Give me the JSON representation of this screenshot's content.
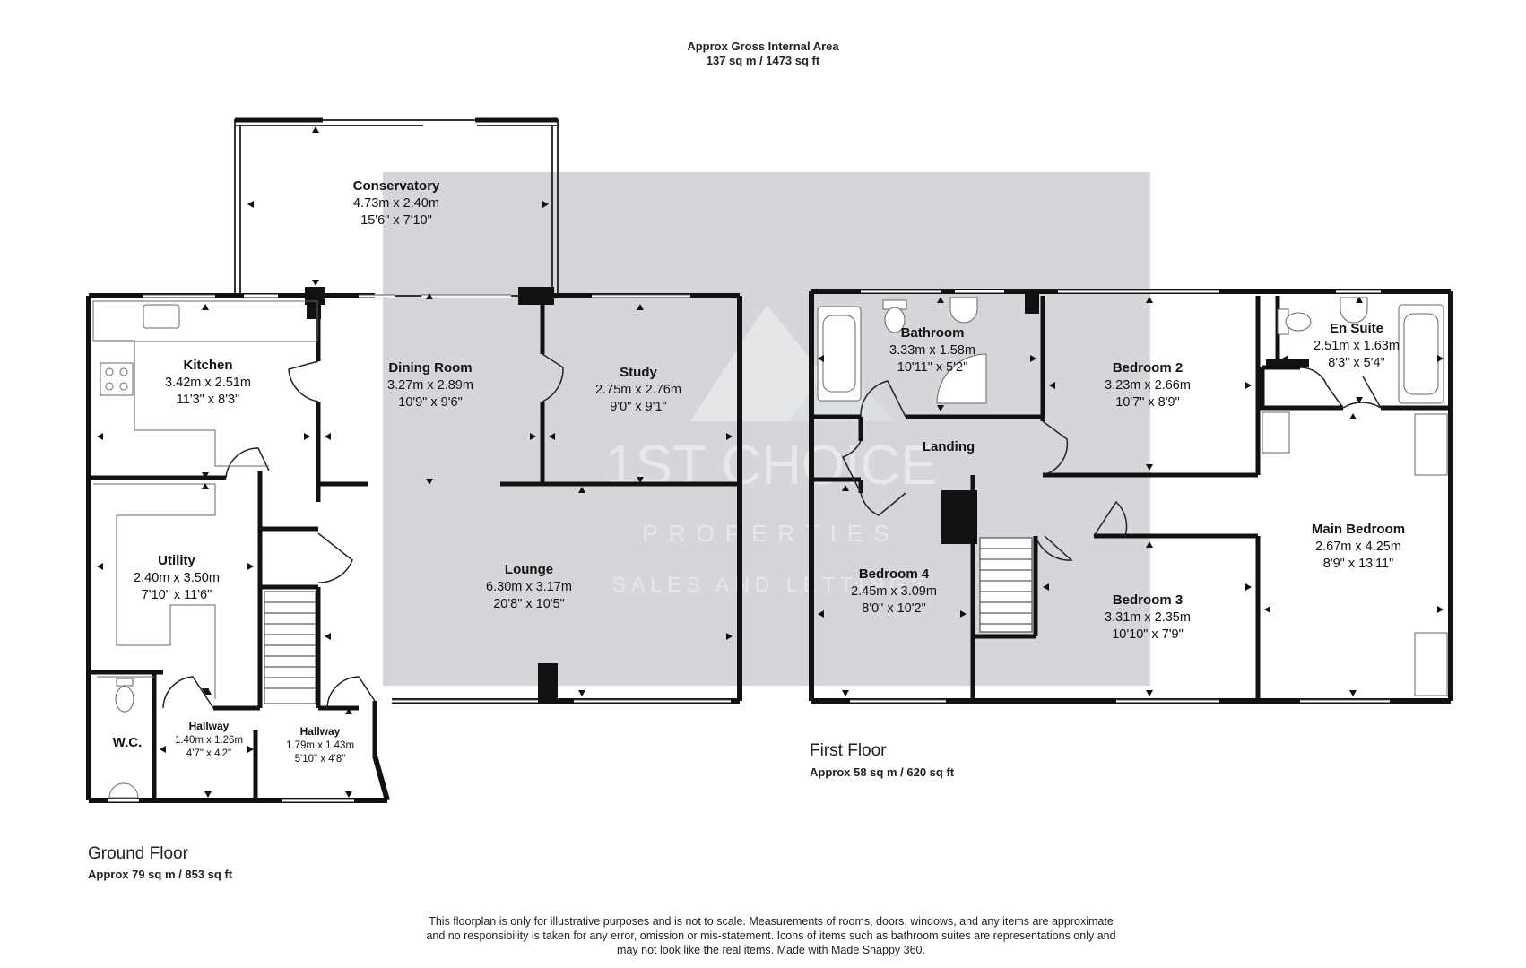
{
  "header": {
    "line1": "Approx Gross Internal Area",
    "line2": "137 sq m / 1473 sq ft"
  },
  "watermark": {
    "brand": "1ST CHOICE",
    "sub": "PROPERTIES",
    "tag": "SALES AND LETTINGS",
    "color": "#d4d6d9"
  },
  "ground_floor": {
    "title": "Ground Floor",
    "area": "Approx 79 sq m / 853 sq ft",
    "rooms": {
      "conservatory": {
        "name": "Conservatory",
        "metric": "4.73m x 2.40m",
        "imperial": "15'6\" x 7'10\""
      },
      "kitchen": {
        "name": "Kitchen",
        "metric": "3.42m x 2.51m",
        "imperial": "11'3\" x 8'3\""
      },
      "dining": {
        "name": "Dining Room",
        "metric": "3.27m x 2.89m",
        "imperial": "10'9\" x 9'6\""
      },
      "study": {
        "name": "Study",
        "metric": "2.75m x 2.76m",
        "imperial": "9'0\" x 9'1\""
      },
      "utility": {
        "name": "Utility",
        "metric": "2.40m x 3.50m",
        "imperial": "7'10\" x 11'6\""
      },
      "lounge": {
        "name": "Lounge",
        "metric": "6.30m x 3.17m",
        "imperial": "20'8\" x 10'5\""
      },
      "wc": {
        "name": "W.C."
      },
      "hallway1": {
        "name": "Hallway",
        "metric": "1.40m x 1.26m",
        "imperial": "4'7\" x 4'2\""
      },
      "hallway2": {
        "name": "Hallway",
        "metric": "1.79m x 1.43m",
        "imperial": "5'10\" x 4'8\""
      }
    }
  },
  "first_floor": {
    "title": "First Floor",
    "area": "Approx 58 sq m / 620 sq ft",
    "rooms": {
      "bathroom": {
        "name": "Bathroom",
        "metric": "3.33m x 1.58m",
        "imperial": "10'11\" x 5'2\""
      },
      "bedroom2": {
        "name": "Bedroom 2",
        "metric": "3.23m x 2.66m",
        "imperial": "10'7\" x 8'9\""
      },
      "ensuite": {
        "name": "En Suite",
        "metric": "2.51m x 1.63m",
        "imperial": "8'3\" x 5'4\""
      },
      "landing": {
        "name": "Landing"
      },
      "bedroom4": {
        "name": "Bedroom 4",
        "metric": "2.45m x 3.09m",
        "imperial": "8'0\" x 10'2\""
      },
      "bedroom3": {
        "name": "Bedroom 3",
        "metric": "3.31m x 2.35m",
        "imperial": "10'10\" x 7'9\""
      },
      "main_bedroom": {
        "name": "Main Bedroom",
        "metric": "2.67m x 4.25m",
        "imperial": "8'9\" x 13'11\""
      }
    }
  },
  "disclaimer": {
    "line1": "This floorplan is only for illustrative purposes and is not to scale. Measurements of rooms, doors, windows, and any items are approximate",
    "line2": "and no responsibility is taken for any error, omission or mis-statement. Icons of items such as bathroom suites are representations only and",
    "line3": "may not look like the real items. Made with Made Snappy 360."
  }
}
